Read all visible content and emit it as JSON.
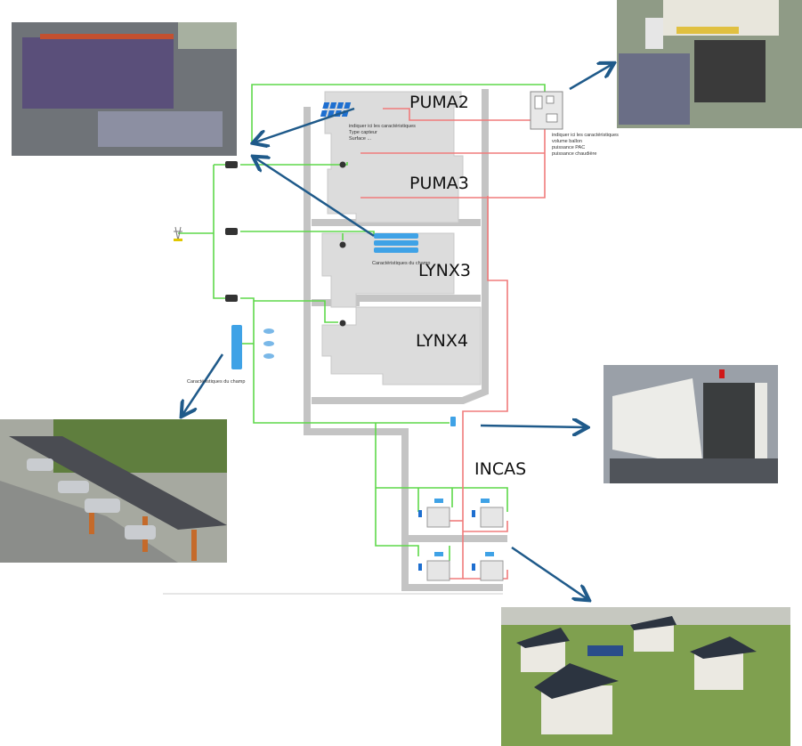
{
  "buildings": {
    "puma2": "PUMA2",
    "puma3": "PUMA3",
    "lynx3": "LYNX3",
    "lynx4": "LYNX4",
    "incas": "INCAS"
  },
  "captions": {
    "solar_thermal": [
      "indiquer ici les caractéristiques",
      "Type capteur",
      "Surface ..."
    ],
    "boiler_room": [
      "indiquer ici les caractéristiques",
      "volume ballon",
      "puissance PAC",
      "puissance chaudière"
    ],
    "pv_field_lynx": "Caractéristiques du champ",
    "pv_field_carport": "Caractéristiques du champ"
  },
  "colors": {
    "electric_line": "#5ed84a",
    "thermal_line": "#f07b7b",
    "road": "#c4c4c4",
    "arrow": "#1f5a8a",
    "building": "#dcdcdc"
  },
  "photos": [
    "rooftop-solar-photo",
    "boiler-plant-photo",
    "storage-container-photo",
    "solar-carport-photo",
    "incas-houses-photo"
  ]
}
